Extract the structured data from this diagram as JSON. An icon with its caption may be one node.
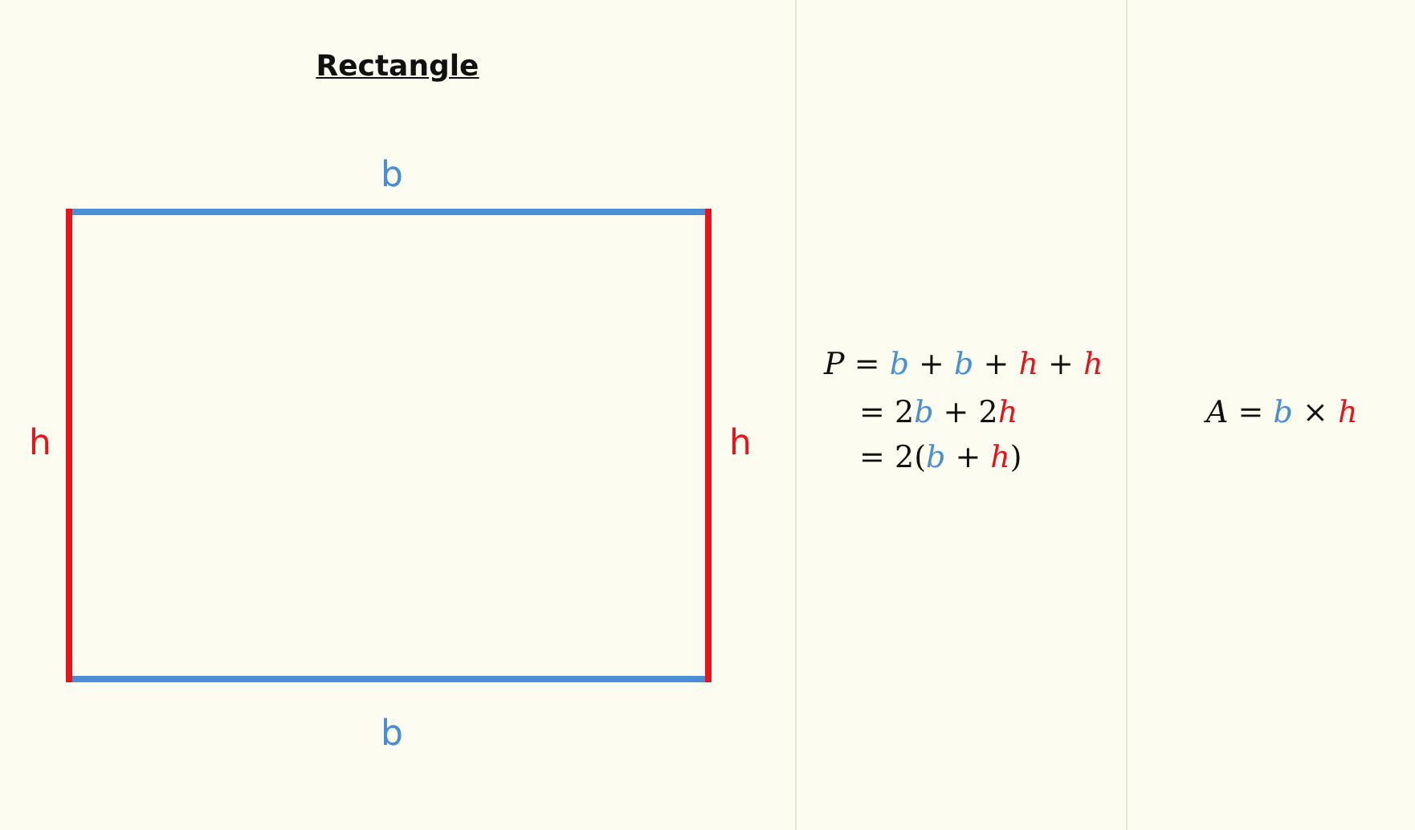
{
  "diagram": {
    "title": "Rectangle",
    "labels": [
      "b",
      "h",
      "h",
      "b",
      "P = b + b + h + h",
      "= 2b + 2h",
      "= 2(b + h)",
      "A = b × h"
    ]
  }
}
